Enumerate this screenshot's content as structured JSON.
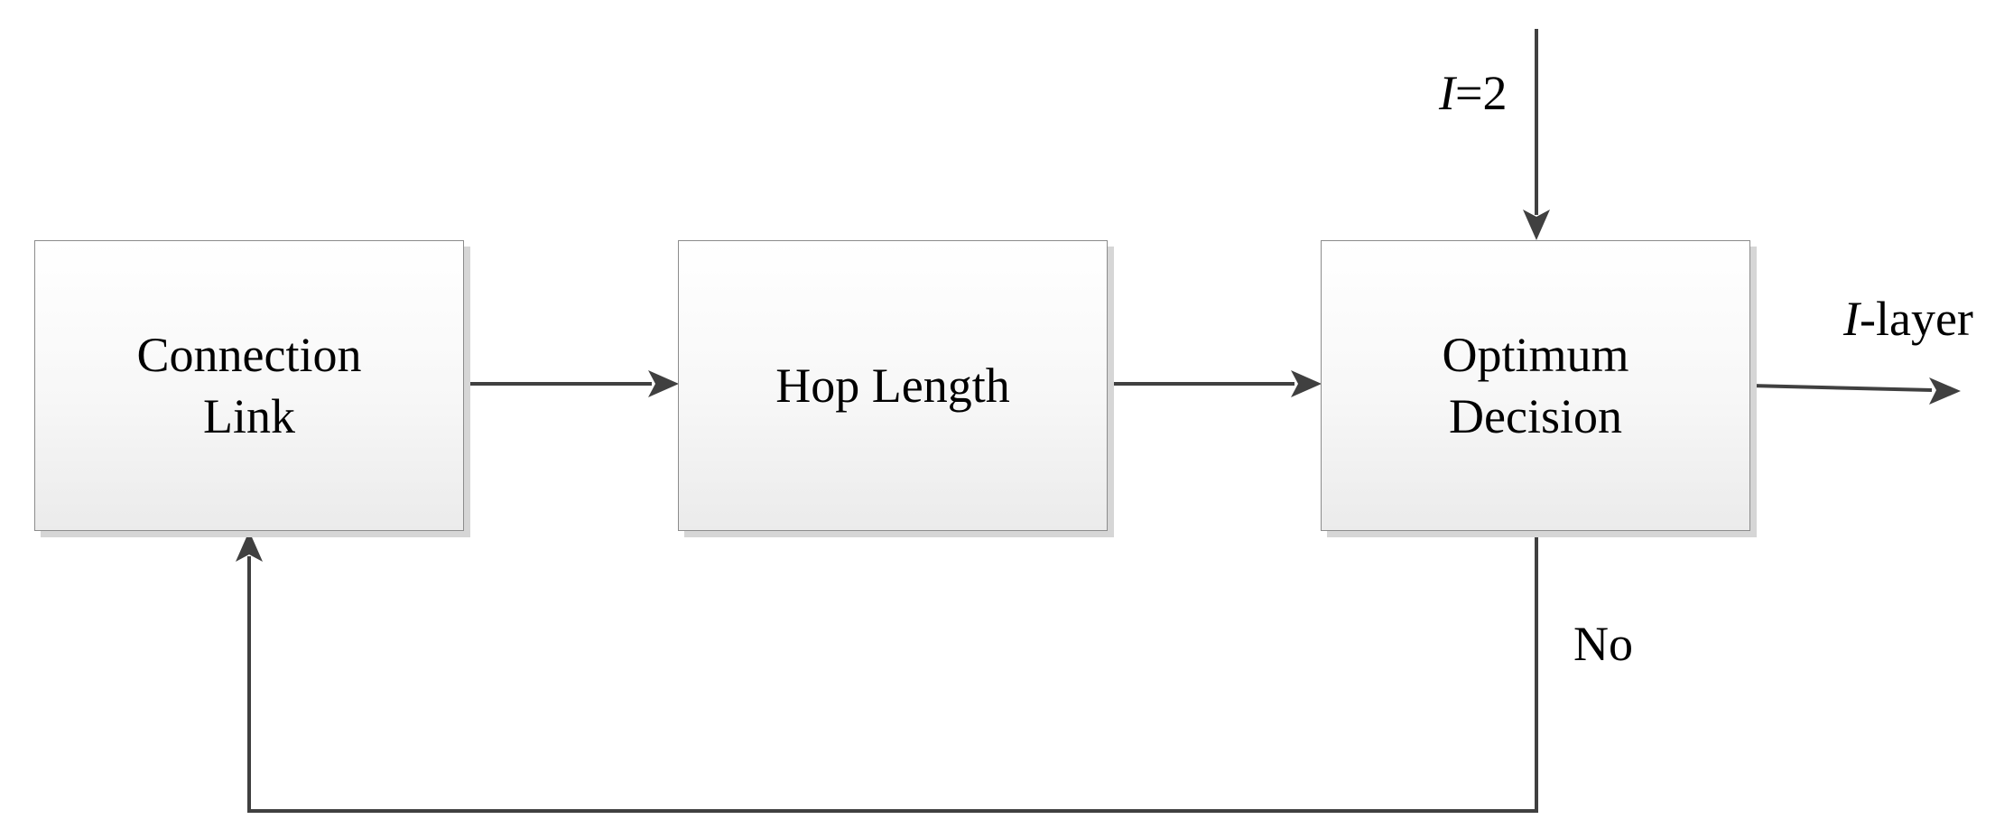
{
  "blocks": {
    "connection_link": "Connection\nLink",
    "hop_length": "Hop Length",
    "optimum_decision": "Optimum\nDecision"
  },
  "labels": {
    "input_var": "I",
    "input_rest": "=2",
    "output_var": "I",
    "output_rest": "-layer",
    "feedback": "No"
  },
  "colors": {
    "arrow": "#404040",
    "block_border": "#8c8c8c",
    "block_shadow": "#d6d6d6"
  }
}
